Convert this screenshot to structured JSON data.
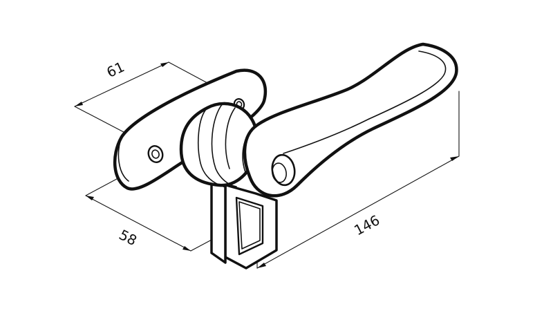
{
  "drawing": {
    "dimensions": {
      "width_top": "61",
      "width_bottom": "58",
      "length": "146"
    }
  }
}
